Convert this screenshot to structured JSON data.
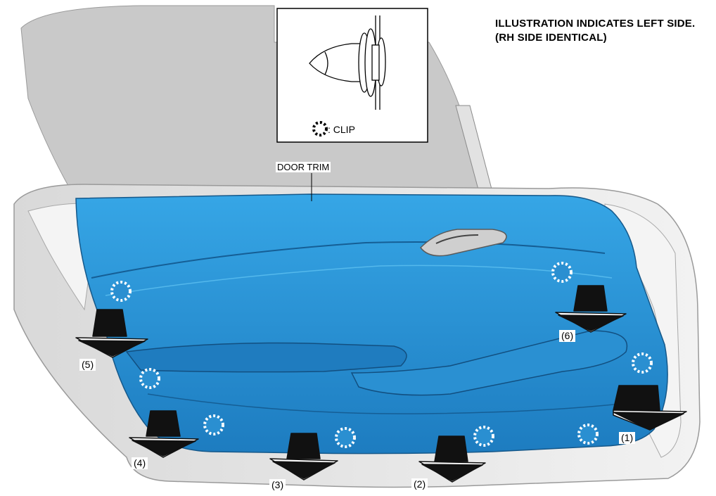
{
  "note": {
    "line1": "ILLUSTRATION INDICATES LEFT SIDE.",
    "line2": "(RH SIDE IDENTICAL)"
  },
  "inset": {
    "legend_text": ": CLIP"
  },
  "part_label": "DOOR TRIM",
  "callouts": [
    "(1)",
    "(2)",
    "(3)",
    "(4)",
    "(5)",
    "(6)"
  ],
  "colors": {
    "trim": "#2a8fd1",
    "trim_dark": "#1c6fb0",
    "window": "#c8c8c8",
    "door_frame": "#e6e6e6",
    "arrow": "#111111"
  }
}
